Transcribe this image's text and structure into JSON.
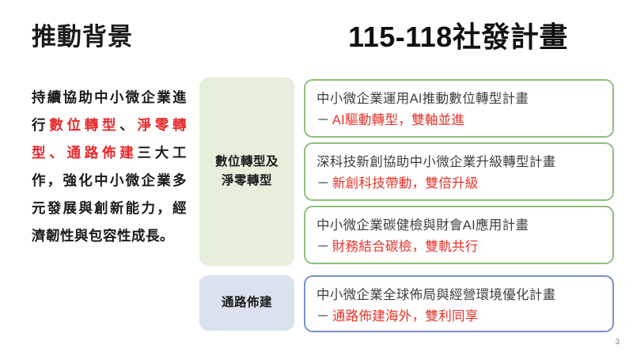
{
  "slide": {
    "page_number": "3",
    "left": {
      "heading": "推動背景",
      "body_segments": [
        {
          "text": "持續協助中小微企業進行",
          "emphasis": false
        },
        {
          "text": "數位轉型",
          "emphasis": true
        },
        {
          "text": "、",
          "emphasis": false
        },
        {
          "text": "淨零轉型、通路佈建",
          "emphasis": true
        },
        {
          "text": "三大工作，強化中小微企業多元發展與創新能力，經濟韌性與包容性成長。",
          "emphasis": false
        }
      ],
      "body_plain": "持續協助中小微企業進行數位轉型、淨零轉型、通路佈建三大工作，強化中小微企業多元發展與創新能力，經濟韌性與包容性成長。"
    },
    "right": {
      "title": "115-118社發計畫",
      "categories": [
        {
          "label": "數位轉型及\n淨零轉型",
          "label_line1": "數位轉型及",
          "label_line2": "淨零轉型",
          "color": "#e5efdb",
          "border_color": "#8ec07a",
          "items": [
            {
              "title": "中小微企業運用AI推動數位轉型計畫",
              "dash": "－",
              "subtitle": "AI驅動轉型，雙軸並進"
            },
            {
              "title": "深科技新創協助中小微企業升級轉型計畫",
              "dash": "－",
              "subtitle": "新創科技帶動，雙倍升級"
            },
            {
              "title": "中小微企業碳健檢與財會AI應用計畫",
              "dash": "－",
              "subtitle": "財務結合碳檢，雙軌共行"
            }
          ]
        },
        {
          "label": "通路佈建",
          "label_line1": "通路佈建",
          "label_line2": "",
          "color": "#dce1f0",
          "border_color": "#7792c7",
          "items": [
            {
              "title": "中小微企業全球佈局與經營環境優化計畫",
              "dash": "－",
              "subtitle": "通路佈建海外，雙利同享"
            }
          ]
        }
      ]
    },
    "colors": {
      "emphasis_red": "#e8272a",
      "body_gray": "#3f3f3f",
      "green_fill": "#e5efdb",
      "green_border": "#8ec07a",
      "blue_fill": "#dce1f0",
      "blue_border": "#7792c7"
    }
  }
}
